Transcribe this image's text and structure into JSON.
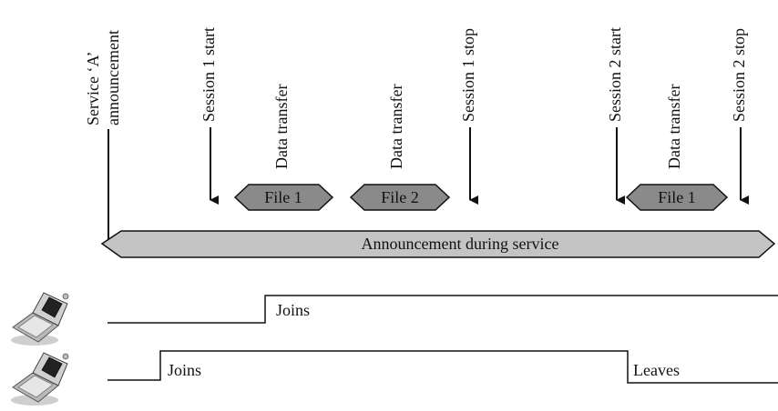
{
  "events": {
    "service_announcement": {
      "line1": "Service ‘A’",
      "line2": "announcement"
    },
    "session1_start": "Session 1 start",
    "session1_stop": "Session 1 stop",
    "session2_start": "Session 2 start",
    "session2_stop": "Session 2 stop"
  },
  "transfers": [
    {
      "caption": "Data transfer",
      "file": "File 1"
    },
    {
      "caption": "Data transfer",
      "file": "File 2"
    },
    {
      "caption": "Data transfer",
      "file": "File 1"
    }
  ],
  "announcement_bar": {
    "label": "Announcement during service"
  },
  "devices": [
    {
      "icon": "mobile-phone-icon",
      "events": [
        {
          "label": "Joins"
        }
      ]
    },
    {
      "icon": "mobile-phone-icon",
      "events": [
        {
          "label": "Joins"
        },
        {
          "label": "Leaves"
        }
      ]
    }
  ],
  "colors": {
    "line": "#111111",
    "hex_fill": "#8a8a8a",
    "bar_fill": "#c4c4c4"
  }
}
